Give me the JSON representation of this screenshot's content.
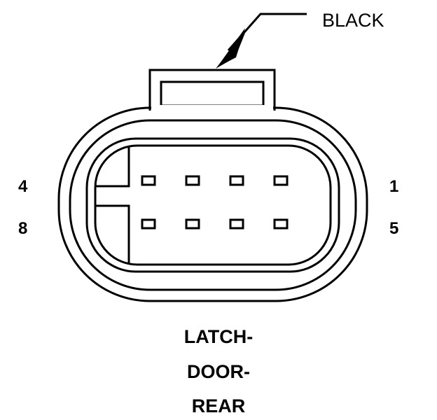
{
  "connector": {
    "color_label": "BLACK",
    "pin_labels": {
      "top_left": "4",
      "top_right": "1",
      "bottom_left": "8",
      "bottom_right": "5"
    },
    "caption_lines": [
      "LATCH-",
      "DOOR-",
      "REAR"
    ],
    "pin_rows": 2,
    "pins_per_row": 4
  },
  "colors": {
    "stroke": "#000000",
    "background": "#ffffff"
  }
}
